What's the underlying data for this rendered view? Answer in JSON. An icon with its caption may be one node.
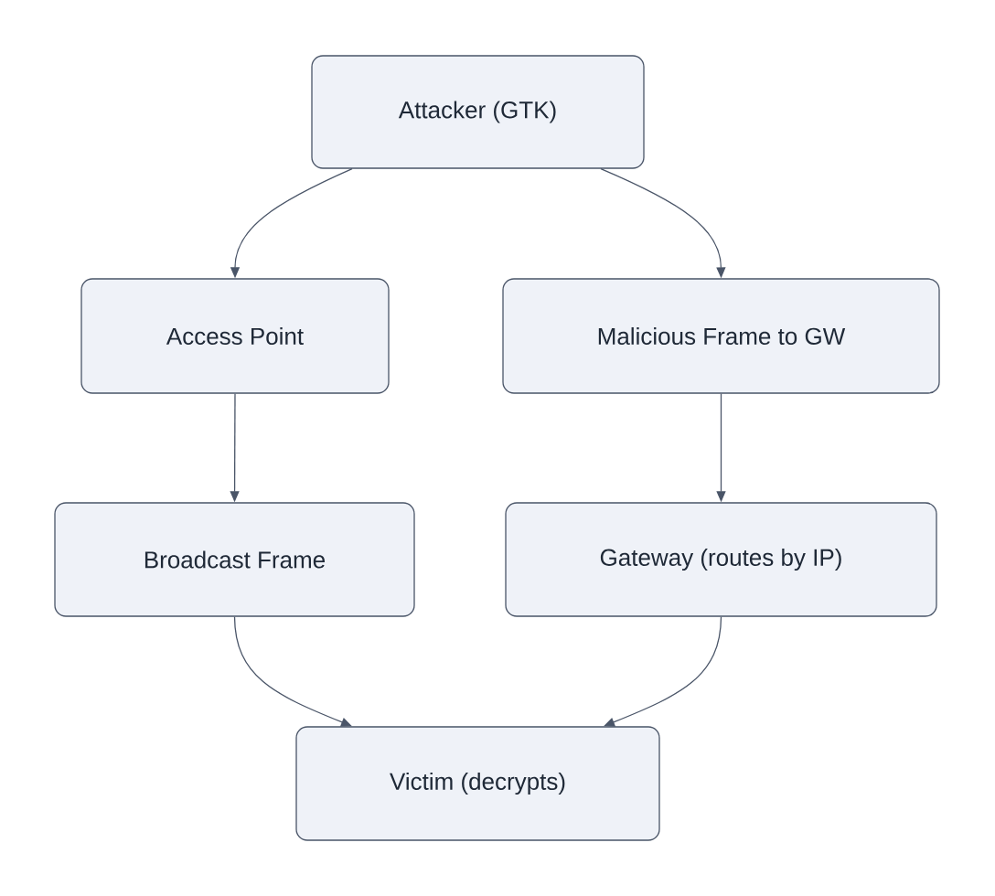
{
  "diagram": {
    "nodes": [
      {
        "text": [
          "Attacker (GTK)"
        ]
      },
      {
        "text": [
          "Access Point"
        ]
      },
      {
        "text": [
          "Malicious Frame to GW"
        ]
      },
      {
        "text": [
          "Broadcast Frame"
        ]
      },
      {
        "text": [
          "Gateway (routes by IP)"
        ]
      },
      {
        "text": [
          "Victim (decrypts)"
        ]
      }
    ],
    "edges": [
      {
        "from": 0,
        "to": 1,
        "arrow": "to"
      },
      {
        "from": 0,
        "to": 2,
        "arrow": "to"
      },
      {
        "from": 1,
        "to": 3,
        "arrow": "to"
      },
      {
        "from": 2,
        "to": 4,
        "arrow": "to"
      },
      {
        "from": 3,
        "to": 5,
        "arrow": "to"
      },
      {
        "from": 4,
        "to": 5,
        "arrow": "to"
      }
    ]
  }
}
